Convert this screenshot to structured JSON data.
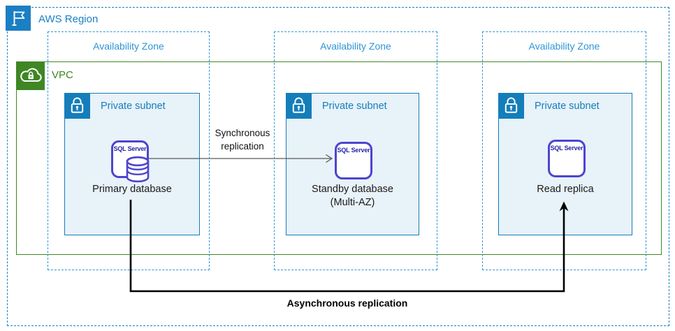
{
  "region": {
    "label": "AWS Region"
  },
  "vpc": {
    "label": "VPC"
  },
  "availability_zones": [
    {
      "label": "Availability Zone"
    },
    {
      "label": "Availability Zone"
    },
    {
      "label": "Availability Zone"
    }
  ],
  "subnets": [
    {
      "label": "Private subnet",
      "icon_text": "SQL Server",
      "node_label": "Primary database"
    },
    {
      "label": "Private subnet",
      "icon_text": "SQL Server",
      "node_label": "Standby database",
      "node_sublabel": "(Multi-AZ)"
    },
    {
      "label": "Private subnet",
      "icon_text": "SQL Server",
      "node_label": "Read replica"
    }
  ],
  "arrows": {
    "synchronous": {
      "label_line1": "Synchronous",
      "label_line2": "replication"
    },
    "asynchronous": {
      "label": "Asynchronous replication"
    }
  },
  "colors": {
    "region_blue": "#1B7FC4",
    "az_blue": "#2E96D4",
    "vpc_green": "#3F8624",
    "subnet_border_blue": "#147EBA",
    "subnet_fill": "#E8F2F9",
    "sql_icon_indigo": "#4D45CE",
    "sql_text_navy": "#2824A8",
    "sync_arrow_gray": "#595959",
    "async_arrow_black": "#000000"
  }
}
